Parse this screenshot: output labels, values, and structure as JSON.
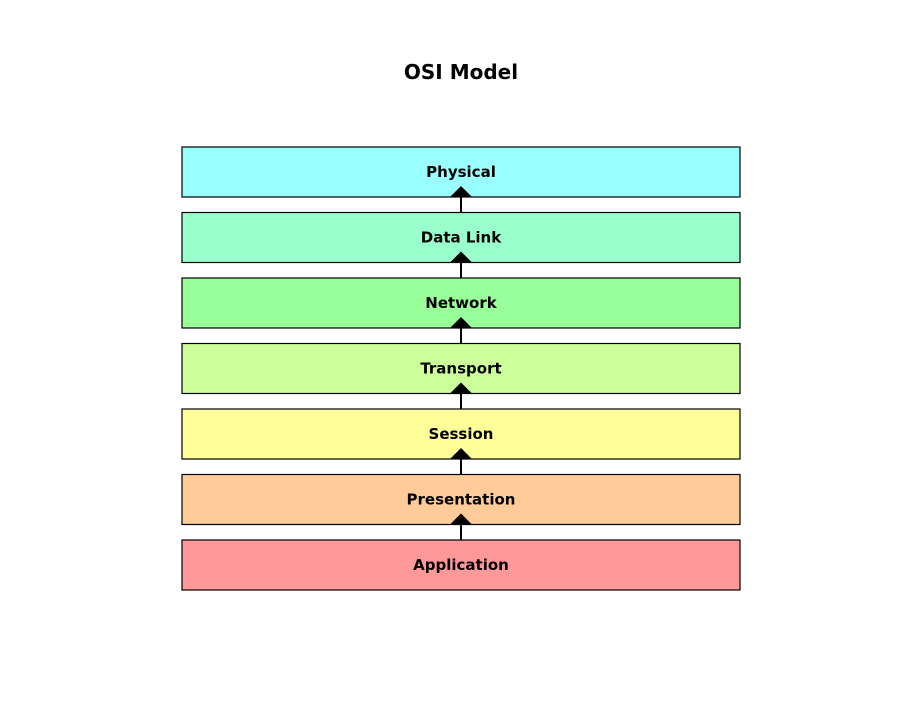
{
  "title": "OSI Model",
  "layers": [
    {
      "label": "Physical",
      "color": "#99ffff"
    },
    {
      "label": "Data Link",
      "color": "#99ffcc"
    },
    {
      "label": "Network",
      "color": "#99ff99"
    },
    {
      "label": "Transport",
      "color": "#ccff99"
    },
    {
      "label": "Session",
      "color": "#ffff99"
    },
    {
      "label": "Presentation",
      "color": "#ffcc99"
    },
    {
      "label": "Application",
      "color": "#ff9999"
    }
  ],
  "arrow_direction": "up",
  "arrow_color": "#000000",
  "border_color": "#000000"
}
